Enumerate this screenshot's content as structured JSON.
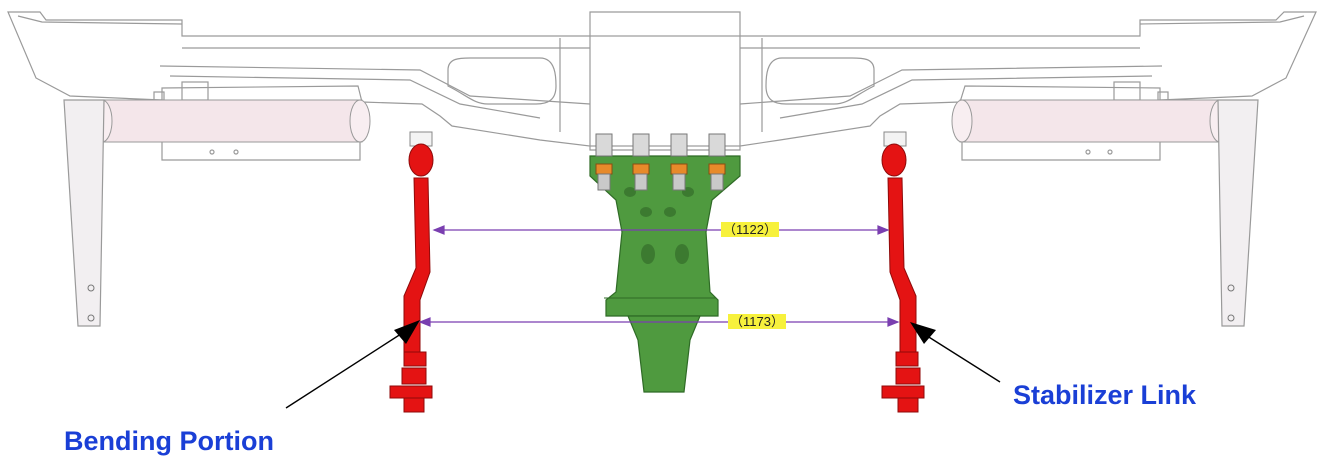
{
  "labels": {
    "bending_portion": "Bending Portion",
    "stabilizer_link": "Stabilizer Link"
  },
  "dimensions": {
    "upper": "（1122）",
    "lower": "（1173）"
  },
  "colors": {
    "label_text": "#1a3fd6",
    "link_red": "#e41313",
    "bracket_green": "#4f9a3f",
    "bolt_orange": "#e78a2a",
    "dimension_line": "#7a3fb0",
    "highlight": "#f7f13c",
    "frame_line": "#9a9a9a",
    "crossmember_fill": "#f4e6ea"
  },
  "icons": {
    "arrow_left": "black-arrow-up-right",
    "arrow_right": "black-arrow-up-left"
  }
}
